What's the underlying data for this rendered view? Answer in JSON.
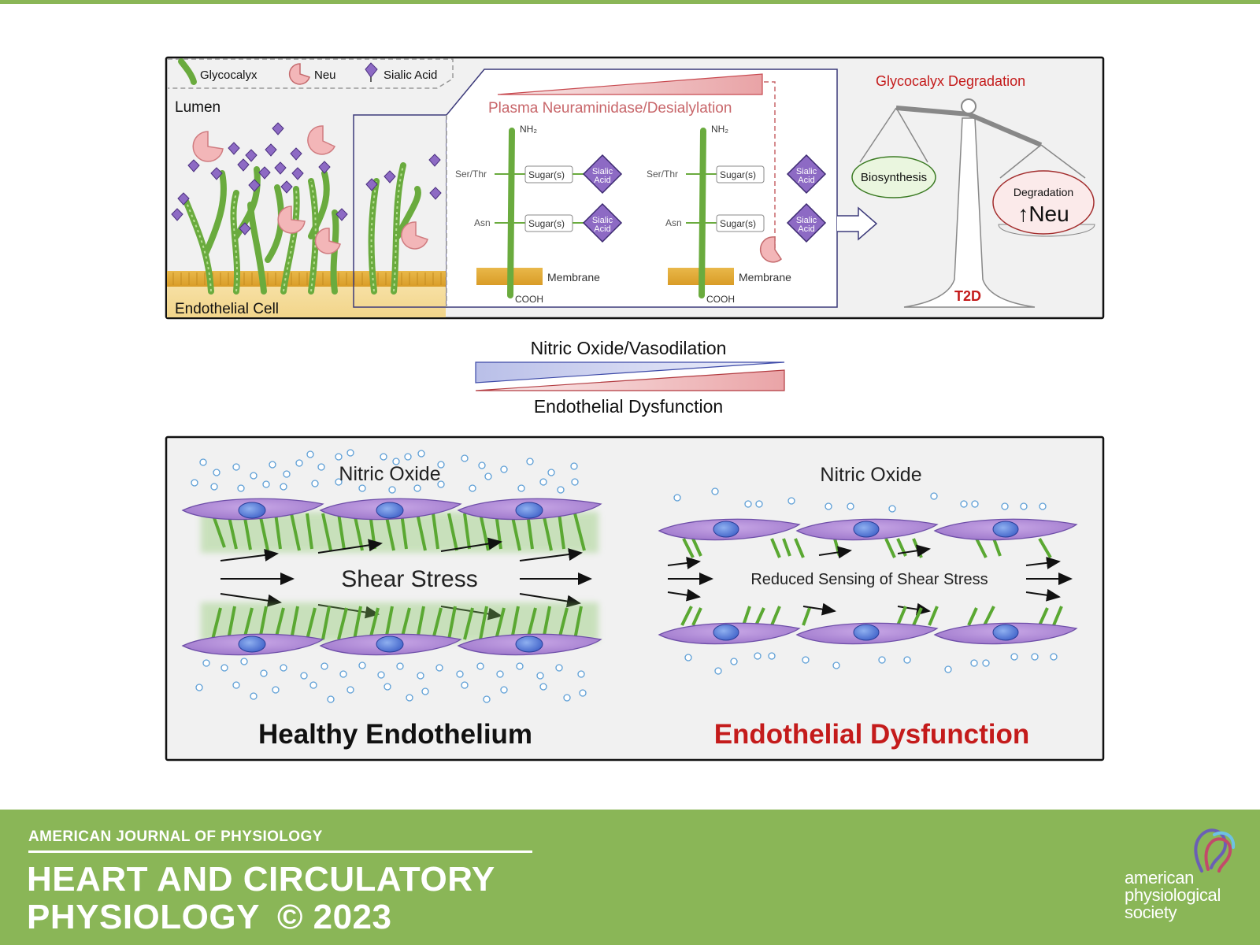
{
  "top_panel": {
    "legend": {
      "glycocalyx": "Glycocalyx",
      "neu": "Neu",
      "sialic_acid": "Sialic Acid"
    },
    "lumen": "Lumen",
    "endothelial_cell": "Endothelial Cell",
    "plasma_neuraminidase": "Plasma Neuraminidase/Desialylation",
    "nh2": "NH₂",
    "cooh": "COOH",
    "ser_thr": "Ser/Thr",
    "asn": "Asn",
    "sugars": "Sugar(s)",
    "sialic_acid_line1": "Sialic",
    "sialic_acid_line2": "Acid",
    "membrane": "Membrane",
    "glycocalyx_degradation": "Glycocalyx Degradation",
    "biosynthesis": "Biosynthesis",
    "degradation": "Degradation",
    "up_neu": "↑Neu",
    "t2d": "T2D"
  },
  "middle": {
    "nitric_oxide_vasodilation": "Nitric Oxide/Vasodilation",
    "endothelial_dysfunction": "Endothelial Dysfunction"
  },
  "bottom_panel": {
    "left": {
      "nitric_oxide": "Nitric Oxide",
      "shear_stress": "Shear Stress",
      "title": "Healthy Endothelium"
    },
    "right": {
      "nitric_oxide": "Nitric Oxide",
      "reduced": "Reduced Sensing of Shear Stress",
      "title": "Endothelial Dysfunction"
    }
  },
  "footer": {
    "journal": "AMERICAN JOURNAL OF PHYSIOLOGY",
    "line1": "HEART AND CIRCULATORY",
    "line2": "PHYSIOLOGY",
    "copyright": "© 2023",
    "aps_1": "american",
    "aps_2": "physiological",
    "aps_3": "society"
  },
  "colors": {
    "green": "#6aab3e",
    "purple": "#8d6ac4",
    "pink": "#f3b6b8",
    "red": "#c41b1b",
    "panel_bg": "#f1f1f1",
    "footer": "#8ab657"
  }
}
